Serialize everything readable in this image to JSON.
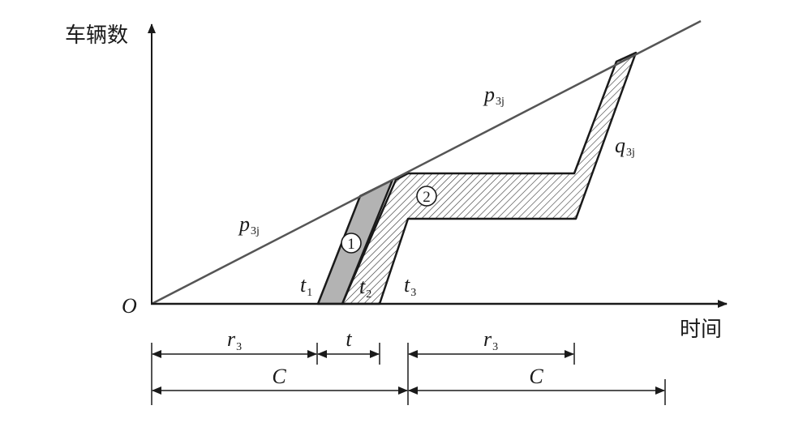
{
  "axes": {
    "y_label": "车辆数",
    "x_label": "时间",
    "origin": "O"
  },
  "curves": {
    "arrival_upper": {
      "label": "p",
      "sub": "3j"
    },
    "arrival_lower": {
      "label": "p",
      "sub": "3j"
    },
    "departure": {
      "label": "q",
      "sub": "3j"
    }
  },
  "times": {
    "t1": {
      "label": "t",
      "sub": "1"
    },
    "t2": {
      "label": "t",
      "sub": "2"
    },
    "t3": {
      "label": "t",
      "sub": "3"
    }
  },
  "regions": {
    "region1": "1",
    "region2": "2"
  },
  "dimensions": {
    "r3_left": {
      "label": "r",
      "sub": "3"
    },
    "t_interval": "t",
    "r3_right": {
      "label": "r",
      "sub": "3"
    },
    "c_left": "C",
    "c_right": "C"
  },
  "colors": {
    "line": "#1a1a1a",
    "arrival_line": "#555555",
    "gray_fill": "#b3b3b3",
    "hatch": "#333333"
  }
}
